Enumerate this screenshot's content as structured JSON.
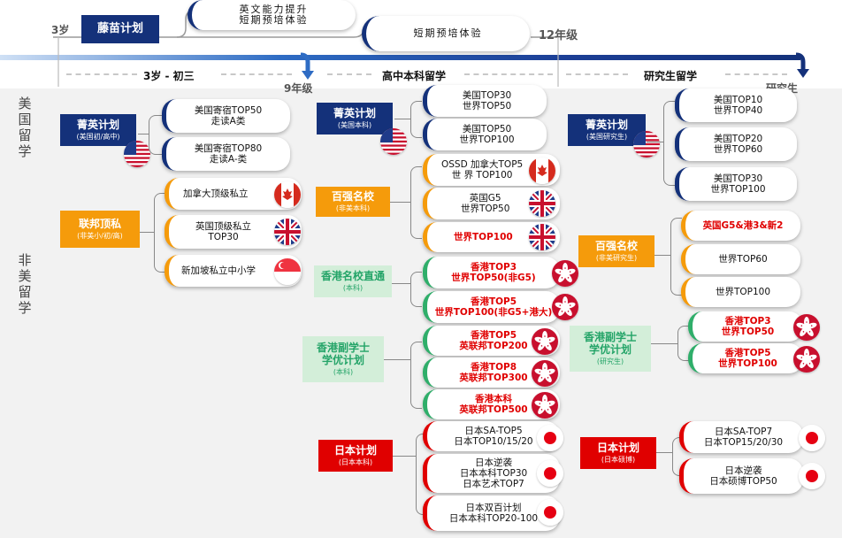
{
  "timeline": {
    "ages": [
      "3岁",
      "12年级",
      "9年级",
      "研究生"
    ],
    "top_program": "藤苗计划",
    "top_items": [
      "英文能力提升",
      "短期预培体验"
    ],
    "sections": [
      "3岁 - 初三",
      "高中本科留学",
      "研究生留学"
    ]
  },
  "side_labels": {
    "us": "美国留学",
    "non_us": "非美留学"
  },
  "col1": {
    "jingying": {
      "title": "菁英计划",
      "sub": "(美国初/高中)",
      "items": [
        [
          "美国寄宿TOP50",
          "走读A类"
        ],
        [
          "美国寄宿TOP80",
          "走读A-类"
        ]
      ]
    },
    "lianbang": {
      "title": "联邦顶私",
      "sub": "(非美小/初/高)",
      "items": [
        [
          "加拿大顶级私立"
        ],
        [
          "英国顶级私立",
          "TOP30"
        ],
        [
          "新加坡私立中小学"
        ]
      ]
    }
  },
  "col2": {
    "jingying": {
      "title": "菁英计划",
      "sub": "(美国本科)",
      "items": [
        [
          "美国TOP30",
          "世界TOP50"
        ],
        [
          "美国TOP50",
          "世界TOP100"
        ]
      ]
    },
    "baiqiang": {
      "title": "百强名校",
      "sub": "(非美本科)",
      "items": [
        [
          "OSSD 加拿大TOP5",
          "世 界 TOP100"
        ],
        [
          "英国G5",
          "世界TOP50"
        ],
        [
          "世界TOP100"
        ]
      ]
    },
    "hk_direct": {
      "title": "香港名校直通",
      "sub": "(本科)",
      "items": [
        [
          "香港TOP3",
          "世界TOP50(非G5)"
        ],
        [
          "香港TOP5",
          "世界TOP100(非G5+港大)"
        ]
      ]
    },
    "hk_fuxue": {
      "title": "香港副学士",
      "title2": "学优计划",
      "sub": "(本科)",
      "items": [
        [
          "香港TOP5",
          "英联邦TOP200"
        ],
        [
          "香港TOP8",
          "英联邦TOP300"
        ],
        [
          "香港本科",
          "英联邦TOP500"
        ]
      ]
    },
    "japan": {
      "title": "日本计划",
      "sub": "(日本本科)",
      "items": [
        [
          "日本SA-TOP5",
          "日本TOP10/15/20"
        ],
        [
          "日本逆袭",
          "日本本科TOP30",
          "日本艺术TOP7"
        ],
        [
          "日本双百计划",
          "日本本科TOP20-100"
        ]
      ]
    }
  },
  "col3": {
    "jingying": {
      "title": "菁英计划",
      "sub": "(美国研究生)",
      "items": [
        [
          "美国TOP10",
          "世界TOP40"
        ],
        [
          "美国TOP20",
          "世界TOP60"
        ],
        [
          "美国TOP30",
          "世界TOP100"
        ]
      ]
    },
    "baiqiang": {
      "title": "百强名校",
      "sub": "(非美研究生)",
      "items": [
        [
          "英国G5&港3&新2"
        ],
        [
          "世界TOP60"
        ],
        [
          "世界TOP100"
        ]
      ]
    },
    "hk_fuxue": {
      "title": "香港副学士",
      "title2": "学优计划",
      "sub": "(研究生)",
      "items": [
        [
          "香港TOP3",
          "世界TOP50"
        ],
        [
          "香港TOP5",
          "世界TOP100"
        ]
      ]
    },
    "japan": {
      "title": "日本计划",
      "sub": "(日本硕博)",
      "items": [
        [
          "日本SA-TOP7",
          "日本TOP15/20/30"
        ],
        [
          "日本逆袭",
          "日本硕博TOP50"
        ]
      ]
    }
  },
  "colors": {
    "navy": "#14317a",
    "orange": "#f59b0b",
    "mint_text": "#24a468",
    "mint_bg": "#d3eed9",
    "red": "#e00000"
  },
  "icons": [
    "us-flag-icon",
    "canada-flag-icon",
    "uk-flag-icon",
    "singapore-flag-icon",
    "hongkong-flag-icon",
    "japan-flag-icon"
  ]
}
